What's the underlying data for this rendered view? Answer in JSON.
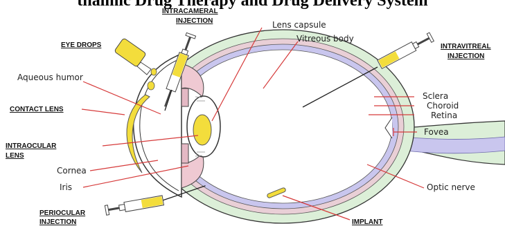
{
  "title": "thalmic Drug Therapy and Drug Delivery System",
  "routes": {
    "intracameral_l1": "INTRACAMERAL",
    "intracameral_l2": "INJECTION",
    "eye_drops": "EYE DROPS",
    "intravitreal_l1": "INTRAVITREAL",
    "intravitreal_l2": "INJECTION",
    "contact_lens": "CONTACT LENS",
    "intraocular_l1": "INTRAOCULAR",
    "intraocular_l2": "LENS",
    "periocular_l1": "PERIOCULAR",
    "periocular_l2": "INJECTION",
    "implant": "IMPLANT"
  },
  "anatomy": {
    "lens_capsule": "Lens capsule",
    "vitreous_body": "Vitreous body",
    "aqueous_humor": "Aqueous humor",
    "sclera": "Sclera",
    "choroid": "Choroid",
    "retina": "Retina",
    "fovea": "Fovea",
    "cornea": "Cornea",
    "iris": "Iris",
    "optic_nerve": "Optic nerve"
  },
  "colors": {
    "sclera": "#dcefd8",
    "choroid": "#e9cfd6",
    "retina": "#c9c6ee",
    "drug_yellow": "#f3dd3c",
    "pointer_red": "#d63a3a",
    "nerve": "#c9c6ee"
  }
}
